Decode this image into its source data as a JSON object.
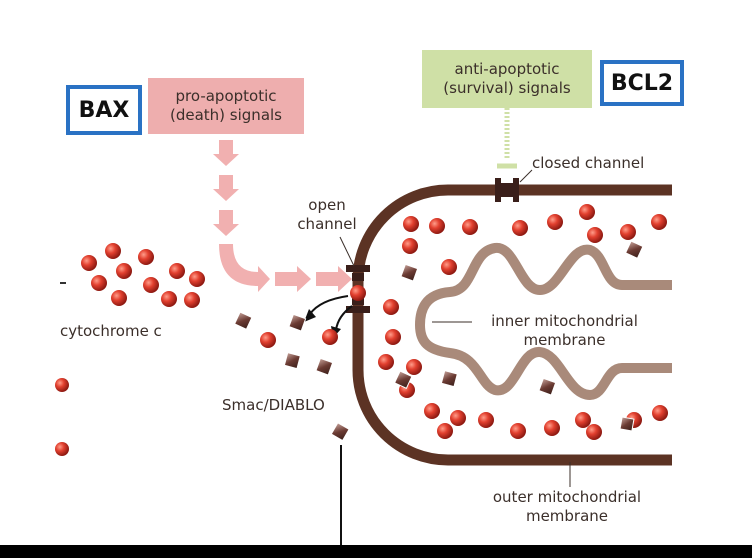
{
  "proteins": {
    "bax": "BAX",
    "bcl2": "BCL2"
  },
  "signals": {
    "pro_line1": "pro-apoptotic",
    "pro_line2": "(death) signals",
    "anti_line1": "anti-apoptotic",
    "anti_line2": "(survival) signals"
  },
  "labels": {
    "closed_channel": "closed channel",
    "open_line1": "open",
    "open_line2": "channel",
    "cytochrome": "cytochrome c",
    "inner_line1": "inner mitochondrial",
    "inner_line2": "membrane",
    "outer_line1": "outer mitochondrial",
    "outer_line2": "membrane",
    "smac": "Smac/DIABLO"
  },
  "colors": {
    "pro_box": "#eeaeae",
    "anti_box": "#cfe0a6",
    "membrane_outer": "#5c3324",
    "membrane_inner": "#a98a7a",
    "arrow": "#f1b0b0",
    "sphere": "#d93a2b",
    "square": "#6b3b33",
    "protein_border": "#2a72c4"
  }
}
